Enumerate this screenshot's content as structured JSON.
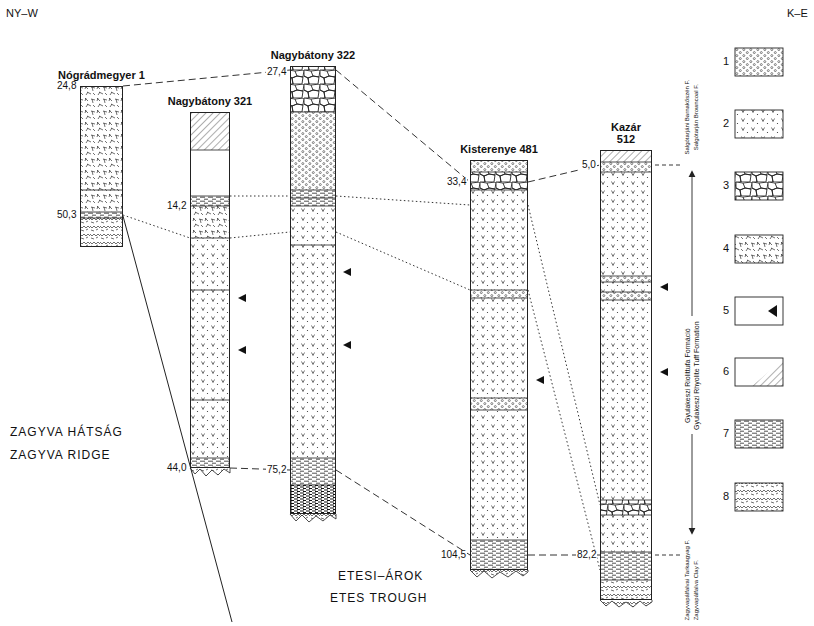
{
  "diagram": {
    "nodes": [
      {
        "text": [
          "Nógrádmegyer 1"
        ]
      },
      {
        "text": [
          "Nagybátony 321"
        ]
      },
      {
        "text": [
          "Nagybátony 322"
        ]
      },
      {
        "text": [
          "Kisterenye 481"
        ]
      },
      {
        "text": [
          "Kazár 512"
        ]
      }
    ],
    "edges": [
      {
        "from": 0,
        "to": 2,
        "arrow": "none"
      },
      {
        "from": 2,
        "to": 3,
        "arrow": "none"
      },
      {
        "from": 3,
        "to": 4,
        "arrow": "none"
      },
      {
        "from": 1,
        "to": 2,
        "arrow": "none"
      },
      {
        "from": 2,
        "to": 3,
        "arrow": "none"
      },
      {
        "from": 3,
        "to": 4,
        "arrow": "none"
      },
      {
        "from": 0,
        "to": 1,
        "arrow": "none"
      },
      {
        "from": 1,
        "to": 2,
        "arrow": "none"
      },
      {
        "from": 2,
        "to": 3,
        "arrow": "none"
      },
      {
        "from": 3,
        "to": 4,
        "arrow": "none"
      },
      {
        "from": 1,
        "to": 2,
        "arrow": "none"
      },
      {
        "from": 2,
        "to": 3,
        "arrow": "none"
      },
      {
        "from": 3,
        "to": 4,
        "arrow": "none"
      }
    ],
    "labels": [
      "NY–W",
      "K–E",
      "24,8",
      "50,3",
      "14,2",
      "44,0",
      "27,4",
      "75,2",
      "33,4",
      "104,5",
      "5,0",
      "82,2",
      "Salgótarjáni Barnakőszén F.",
      "Salgótarján Browncoal F.",
      "Gyulakeszi Riolittufa Formáció",
      "Gyulakeszi Rhyolite Tuff Formation",
      "Zagyvapálfalvai Tarkaagyag F.",
      "Zagyvapálfalva Clay F.",
      "ZAGYVA HÁTSÁG",
      "ZAGYVA RIDGE",
      "ETESI–ÁROK",
      "ETES TROUGH"
    ],
    "legend": [
      {
        "text": "1"
      },
      {
        "text": "2"
      },
      {
        "text": "3"
      },
      {
        "text": "4"
      },
      {
        "text": "5"
      },
      {
        "text": "6"
      },
      {
        "text": "7"
      },
      {
        "text": "8"
      }
    ]
  }
}
